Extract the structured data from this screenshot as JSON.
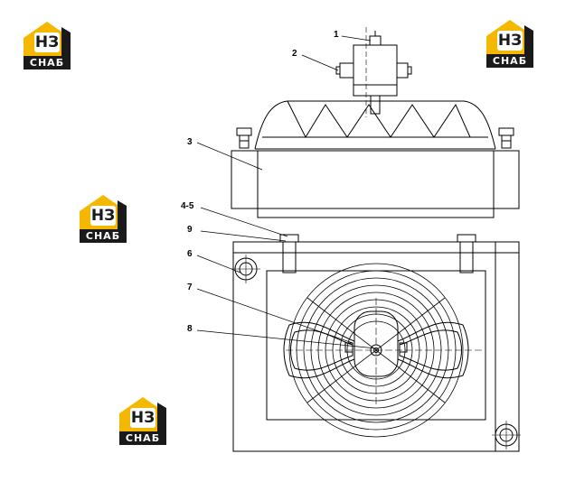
{
  "watermark": {
    "logo_top": "НЗ",
    "logo_bottom": "СНАБ",
    "accent_color": "#f5b800",
    "dark_color": "#1a1a1a"
  },
  "callouts": [
    {
      "id": "c1",
      "label": "1"
    },
    {
      "id": "c2",
      "label": "2"
    },
    {
      "id": "c3",
      "label": "3"
    },
    {
      "id": "c45",
      "label": "4-5"
    },
    {
      "id": "c9",
      "label": "9"
    },
    {
      "id": "c6",
      "label": "6"
    },
    {
      "id": "c7",
      "label": "7"
    },
    {
      "id": "c8",
      "label": "8"
    }
  ]
}
